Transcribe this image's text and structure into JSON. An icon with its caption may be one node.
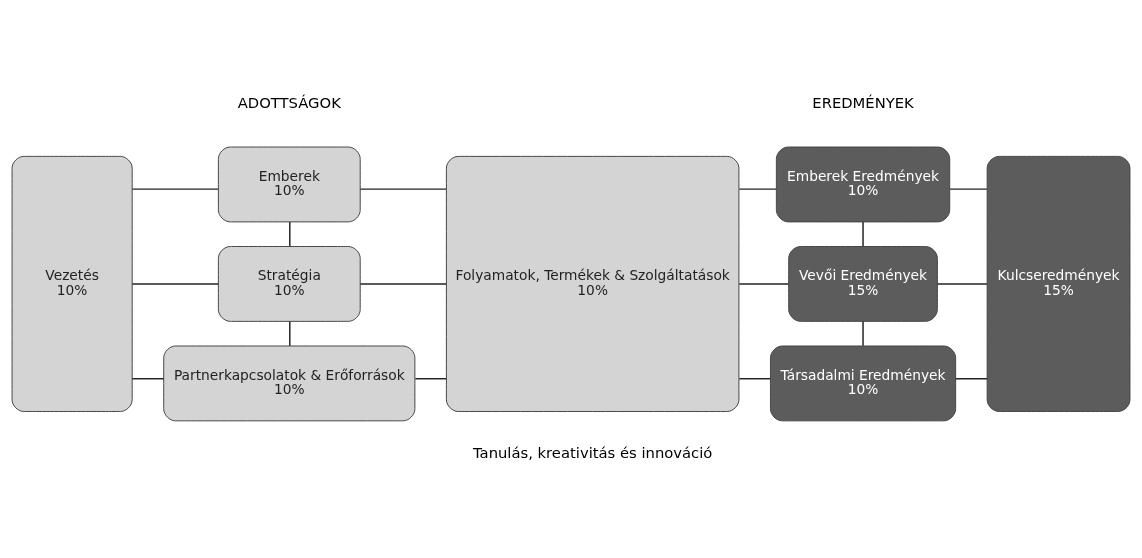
{
  "diagram": {
    "nodes": [
      {
        "text": [
          "Vezetés",
          "10%"
        ]
      },
      {
        "text": [
          "Emberek",
          "10%"
        ]
      },
      {
        "text": [
          "Stratégia",
          "10%"
        ]
      },
      {
        "text": [
          "Partnerkapcsolatok & Erőforrások",
          "10%"
        ]
      },
      {
        "text": [
          "Folyamatok, Termékek & Szolgáltatások",
          "10%"
        ]
      },
      {
        "text": [
          "Emberek Eredmények",
          "10%"
        ]
      },
      {
        "text": [
          "Vevői Eredmények",
          "15%"
        ]
      },
      {
        "text": [
          "Társadalmi Eredmények",
          "10%"
        ]
      },
      {
        "text": [
          "Kulcseredmények",
          "15%"
        ]
      }
    ],
    "edges": [
      {
        "from": 0,
        "to": 1,
        "arrow": "none"
      },
      {
        "from": 0,
        "to": 2,
        "arrow": "none"
      },
      {
        "from": 0,
        "to": 3,
        "arrow": "none"
      },
      {
        "from": 1,
        "to": 2,
        "arrow": "none"
      },
      {
        "from": 2,
        "to": 3,
        "arrow": "none"
      },
      {
        "from": 1,
        "to": 4,
        "arrow": "none"
      },
      {
        "from": 2,
        "to": 4,
        "arrow": "none"
      },
      {
        "from": 3,
        "to": 4,
        "arrow": "none"
      },
      {
        "from": 4,
        "to": 5,
        "arrow": "none"
      },
      {
        "from": 4,
        "to": 6,
        "arrow": "none"
      },
      {
        "from": 4,
        "to": 7,
        "arrow": "none"
      },
      {
        "from": 5,
        "to": 6,
        "arrow": "none"
      },
      {
        "from": 6,
        "to": 7,
        "arrow": "none"
      },
      {
        "from": 5,
        "to": 8,
        "arrow": "none"
      },
      {
        "from": 6,
        "to": 8,
        "arrow": "none"
      },
      {
        "from": 7,
        "to": 8,
        "arrow": "none"
      }
    ],
    "labels": [
      "ADOTTSÁGOK",
      "EREDMÉNYEK",
      "Tanulás, kreativitás és innováció"
    ]
  }
}
